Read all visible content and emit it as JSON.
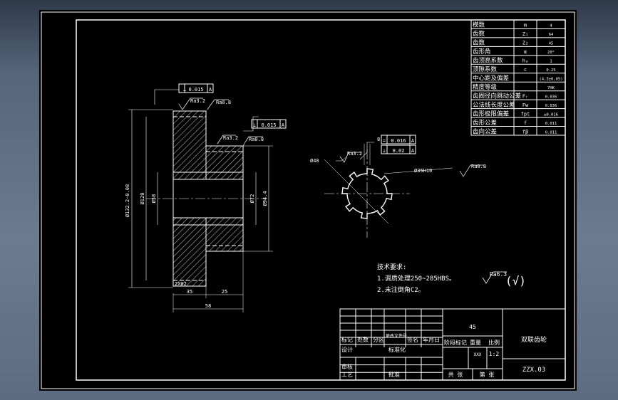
{
  "param_table": {
    "rows": [
      {
        "name": "模数",
        "sym": "m",
        "val": "4"
      },
      {
        "name": "齿数",
        "sym": "Z₁",
        "val": "64"
      },
      {
        "name": "齿数",
        "sym": "Z₂",
        "val": "45"
      },
      {
        "name": "齿形角",
        "sym": "α",
        "val": "20°"
      },
      {
        "name": "齿顶高系数",
        "sym": "hₐ",
        "val": "1"
      },
      {
        "name": "顶隙系数",
        "sym": "c",
        "val": "0.25"
      },
      {
        "name": "中心距及偏差",
        "sym": "",
        "val": "(4,3±0,05)"
      },
      {
        "name": "精度等级",
        "sym": "",
        "val": "7HK"
      },
      {
        "name": "齿圈径向跳动公差",
        "sym": "Fᵣ",
        "val": "0.036"
      },
      {
        "name": "公法线长度公差",
        "sym": "Fw",
        "val": "0.036"
      },
      {
        "name": "齿形极限偏差",
        "sym": "fpt",
        "val": "±0.016"
      },
      {
        "name": "齿形公差",
        "sym": "f",
        "val": "0.011"
      },
      {
        "name": "齿向公差",
        "sym": "fβ",
        "val": "0.011"
      }
    ]
  },
  "section_view": {
    "fcf_top": {
      "sym": "⊥",
      "tol": "0.015",
      "datum": "A"
    },
    "fcf_mid": {
      "sym": "⊥",
      "tol": "0.015",
      "datum": "A"
    },
    "rough_1": "Ra3.2",
    "rough_2": "Ra0.8",
    "rough_3": "Ra3.2",
    "rough_4": "Ra0.8",
    "dim_outer": "Ø132.2−0.08",
    "dim_d2": "Ø120",
    "dim_bore": "Ø58",
    "dim_d4": "Ø72",
    "dim_d5": "Ø94.4",
    "dim_chamfer": "2X02",
    "dim_w1": "35",
    "dim_w2": "25",
    "dim_total": "58"
  },
  "end_view": {
    "fcf_1": {
      "sym": "=",
      "tol": "0.016",
      "datum": "A"
    },
    "fcf_2": {
      "sym": "⊥",
      "tol": "0.02",
      "datum": "A"
    },
    "dim_slot": "8",
    "dim_minor": "Ø40",
    "dim_major": "Ø35H10",
    "rough_1": "Ra3.2",
    "rough_2": "Ra0.8"
  },
  "tech_req": {
    "title": "技术要求:",
    "line1": "1.调质处理250~285HBS。",
    "line2": "2.未注倒角C2。"
  },
  "general_rough": "Ra6.3",
  "general_rough_paren": "(√)",
  "title_block": {
    "material": "45",
    "drawing_name": "双联齿轮",
    "drawing_no": "ZZX.03",
    "h_mark": "标记",
    "h_count": "处数",
    "h_zone": "分区",
    "h_docno": "更改文件号",
    "h_sign": "签名",
    "h_date": "年月日",
    "h_design": "设计",
    "h_std": "标准化",
    "h_stage": "阶段标记",
    "h_weight": "重量",
    "h_scale": "比例",
    "v_scale": "1:2",
    "v_mark": "XXX",
    "h_check": "审核",
    "h_process": "工艺",
    "h_approve": "批准",
    "h_sheets": "共 张",
    "h_sheet": "第 张"
  },
  "colors": {
    "background": "#000000",
    "line": "#ffffff",
    "frame_outer": "#6b7b90"
  }
}
